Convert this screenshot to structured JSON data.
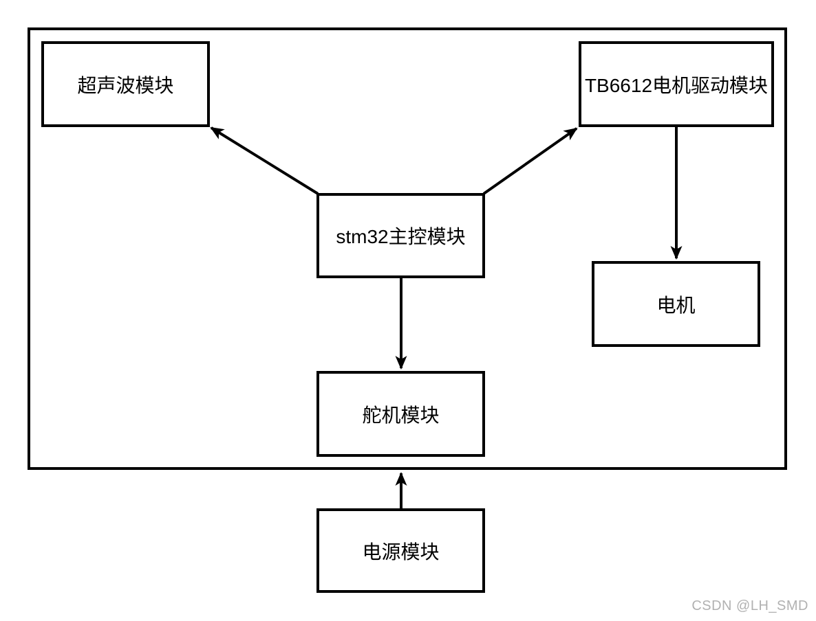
{
  "diagram": {
    "nodes": {
      "ultrasonic": {
        "label": "超声波模块"
      },
      "tb6612": {
        "label": "TB6612电机驱动模块"
      },
      "stm32": {
        "label": "stm32主控模块"
      },
      "motor": {
        "label": "电机"
      },
      "servo": {
        "label": "舵机模块"
      },
      "power": {
        "label": "电源模块"
      }
    },
    "edges": [
      {
        "from": "stm32",
        "to": "ultrasonic",
        "direction": "up-left"
      },
      {
        "from": "stm32",
        "to": "tb6612",
        "direction": "up-right"
      },
      {
        "from": "tb6612",
        "to": "motor",
        "direction": "down"
      },
      {
        "from": "stm32",
        "to": "servo",
        "direction": "down"
      },
      {
        "from": "power",
        "to": "servo",
        "direction": "up"
      }
    ],
    "colors": {
      "line": "#000000",
      "background": "#ffffff",
      "watermark_text": "#b1b1b1"
    }
  },
  "watermark": {
    "text": "CSDN @LH_SMD"
  }
}
